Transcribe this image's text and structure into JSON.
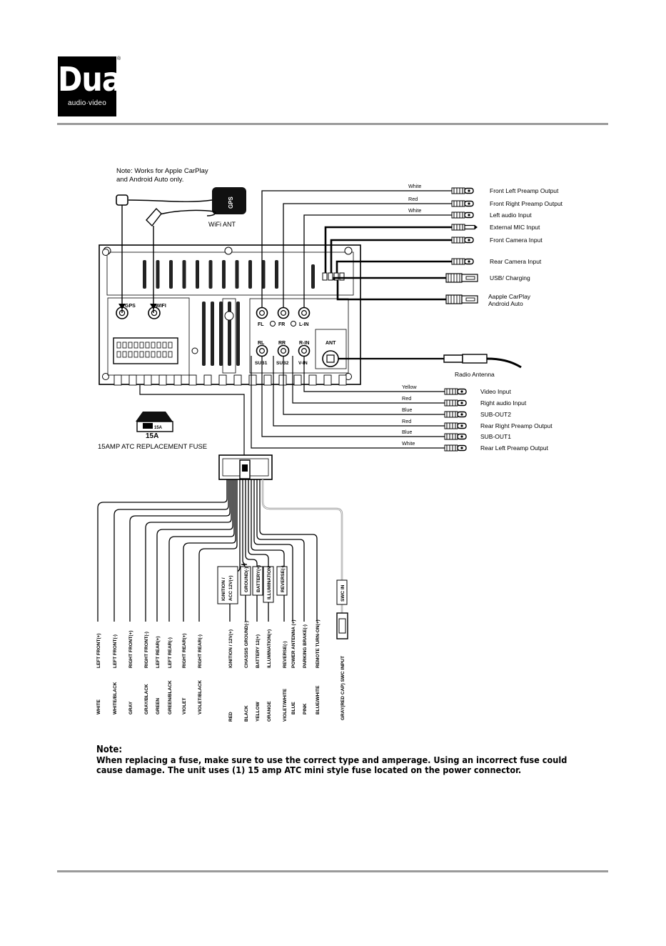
{
  "logo": {
    "brand": "Dual",
    "sub": "audio·video",
    "reg": "®"
  },
  "top_note": [
    "Note: Works for Apple CarPlay",
    "and Android Auto only."
  ],
  "gps_label": "GPS",
  "wifi_label": "WiFi ANT",
  "unit_ports": {
    "gps": "GPS",
    "wifi": "WIFI",
    "fl": "FL",
    "fr": "FR",
    "lin": "L-IN",
    "rl": "RL",
    "rr": "RR",
    "rin": "R-IN",
    "sub1": "SUB1",
    "sub2": "SUB2",
    "vin": "V-IN",
    "ant": "ANT"
  },
  "right_connectors": [
    {
      "color": "White",
      "label": "Front Left Preamp Output",
      "kind": "rca"
    },
    {
      "color": "Red",
      "label": "Front Right Preamp Output",
      "kind": "rca"
    },
    {
      "color": "White",
      "label": "Left audio Input",
      "kind": "rca"
    },
    {
      "color": "",
      "label": "External MIC Input",
      "kind": "jack"
    },
    {
      "color": "",
      "label": "Front Camera Input",
      "kind": "rca"
    },
    {
      "color": "",
      "label": "Rear Camera Input",
      "kind": "rca"
    },
    {
      "color": "",
      "label": "USB/ Charging",
      "kind": "usb"
    },
    {
      "color": "",
      "label": "Aapple CarPlay Android Auto",
      "kind": "usb"
    }
  ],
  "radio_antenna": "Radio Antenna",
  "bottom_connectors": [
    {
      "color": "Yellow",
      "label": "Video Input"
    },
    {
      "color": "Red",
      "label": "Right audio Input"
    },
    {
      "color": "Blue",
      "label": "SUB-OUT2"
    },
    {
      "color": "Red",
      "label": "Rear Right Preamp Output"
    },
    {
      "color": "Blue",
      "label": "SUB-OUT1"
    },
    {
      "color": "White",
      "label": "Rear Left Preamp Output"
    }
  ],
  "fuse": {
    "rating": "15A",
    "caption": "15AMP ATC REPLACEMENT FUSE",
    "body_text": "15A"
  },
  "box_labels": [
    "IGNITION / ACC 12V(+)",
    "GROUND(-)",
    "BATTERY(+)",
    "ILLUMINATION",
    "REVERSE(-)",
    "SWC IN"
  ],
  "wires": [
    {
      "function": "LEFT FRONT(+)",
      "color": "WHITE"
    },
    {
      "function": "LEFT FRONT(-)",
      "color": "WHITE/BLACK"
    },
    {
      "function": "RIGHT FRONT(+)",
      "color": "GRAY"
    },
    {
      "function": "RIGHT FRONT(-)",
      "color": "GRAY/BLACK"
    },
    {
      "function": "LEFT REAR(+)",
      "color": "GREEN"
    },
    {
      "function": "LEFT REAR(-)",
      "color": "GREEN/BLACK"
    },
    {
      "function": "RIGHT REAR(+)",
      "color": "VIOLET"
    },
    {
      "function": "RIGHT REAR(-)",
      "color": "VIOLET/BLACK"
    },
    {
      "function": "IGNITION / 12V(+)",
      "color": "RED"
    },
    {
      "function": "CHASSIS GROUND(-)",
      "color": "BLACK"
    },
    {
      "function": "BATTERY 12(+)",
      "color": "YELLOW"
    },
    {
      "function": "ILLUMINATION(+)",
      "color": "ORANGE"
    },
    {
      "function": "REVERSE(-)",
      "color": "VIOLET/WHITE"
    },
    {
      "function": "POWER ANTENNA (+)",
      "color": "BLUE"
    },
    {
      "function": "PARKING BRAKE(-)",
      "color": "PINK"
    },
    {
      "function": "REMOTE TURN-ON(+)",
      "color": "BLUE/WHITE"
    },
    {
      "function": "SWC INPUT",
      "color": "GRAY(RED CAP)"
    }
  ],
  "note": {
    "title": "Note:",
    "line1": "When replacing a fuse,  make sure to use the correct type and amperage. Using an incorrect fuse could",
    "line2": "cause damage. The unit uses (1) 15 amp ATC mini style fuse located on the power connector."
  }
}
